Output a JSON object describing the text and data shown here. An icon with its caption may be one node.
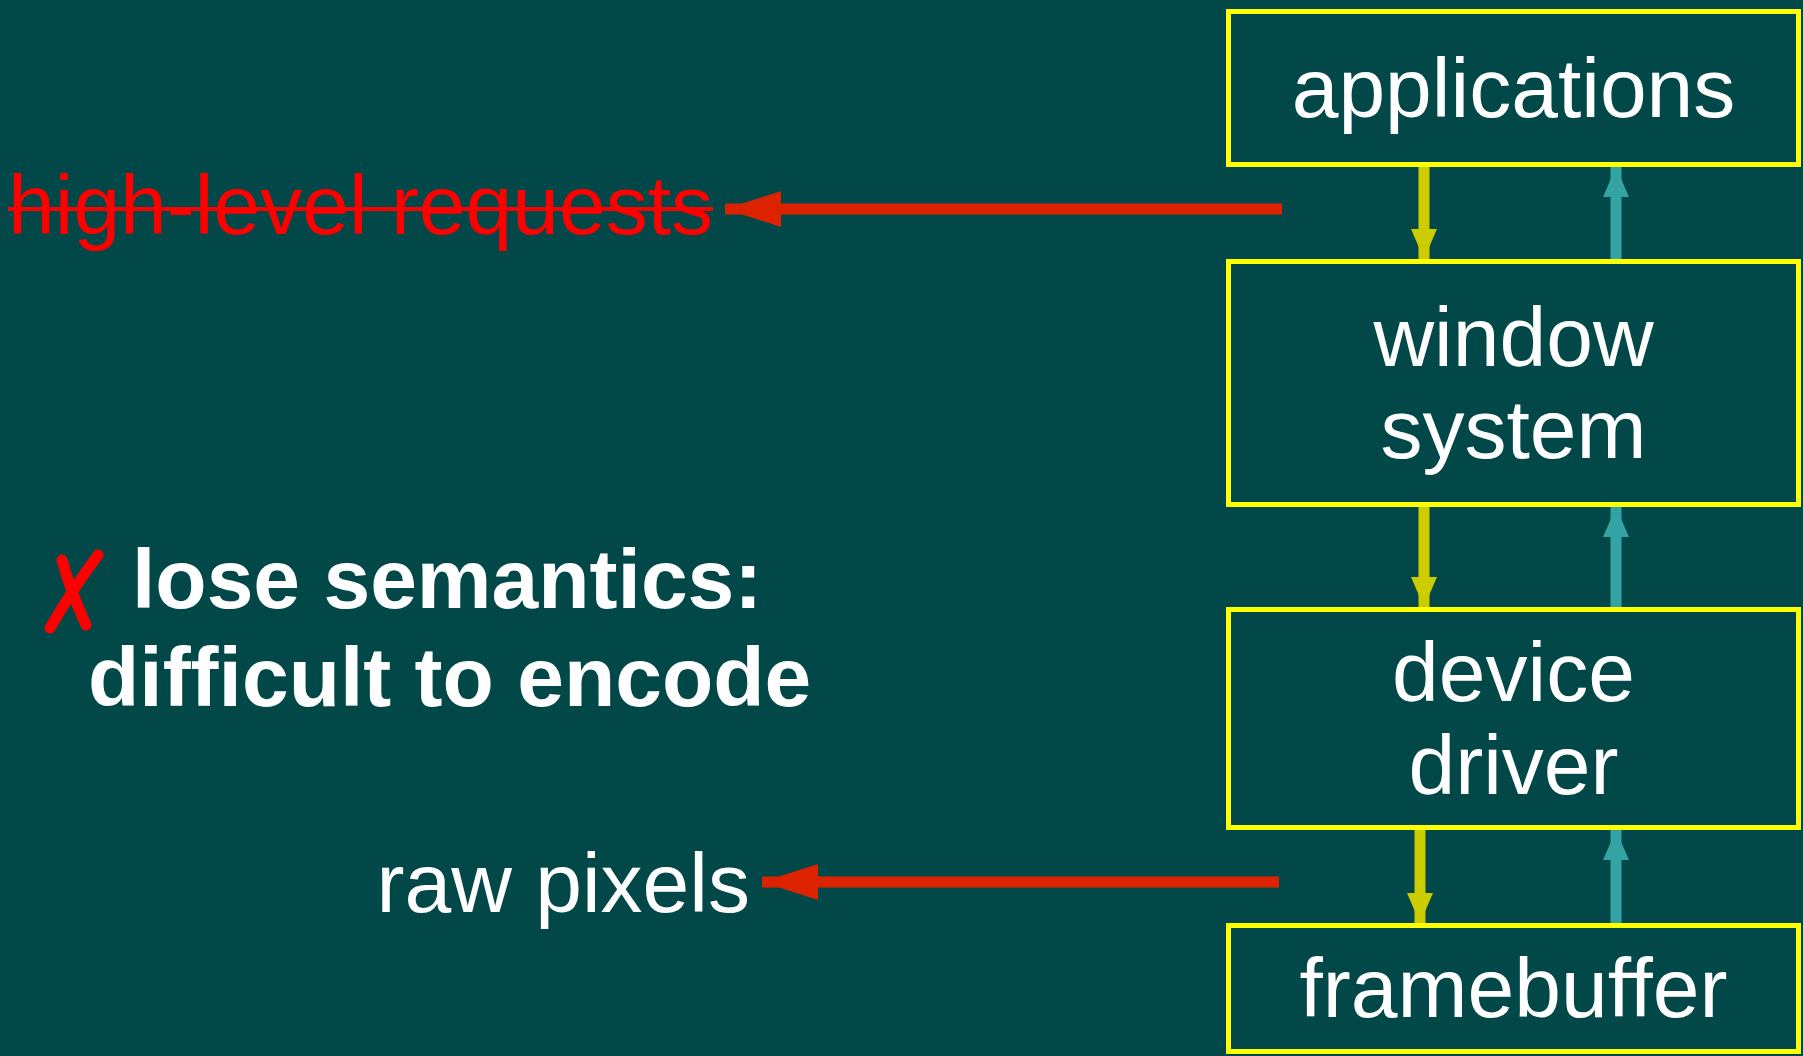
{
  "diagram": {
    "nodes": [
      {
        "text": [
          "applications"
        ]
      },
      {
        "text": [
          "window system"
        ]
      },
      {
        "text": [
          "device driver"
        ]
      },
      {
        "text": [
          "framebuffer"
        ]
      },
      {
        "text": [
          "high-level requests"
        ]
      },
      {
        "text": [
          "raw pixels"
        ]
      }
    ],
    "edges": [
      {
        "from": 0,
        "to": 1,
        "arrow": "to",
        "color": "#cccc00"
      },
      {
        "from": 1,
        "to": 0,
        "arrow": "to",
        "color": "#33a3a3"
      },
      {
        "from": 1,
        "to": 2,
        "arrow": "to",
        "color": "#cccc00"
      },
      {
        "from": 2,
        "to": 1,
        "arrow": "to",
        "color": "#33a3a3"
      },
      {
        "from": 2,
        "to": 3,
        "arrow": "to",
        "color": "#cccc00"
      },
      {
        "from": 3,
        "to": 2,
        "arrow": "to",
        "color": "#33a3a3"
      },
      {
        "from": null,
        "to": 4,
        "arrow": "to",
        "color": "#dd2200"
      },
      {
        "from": null,
        "to": 5,
        "arrow": "to",
        "color": "#dd2200"
      }
    ],
    "labels": [
      "lose semantics: difficult to encode"
    ]
  }
}
